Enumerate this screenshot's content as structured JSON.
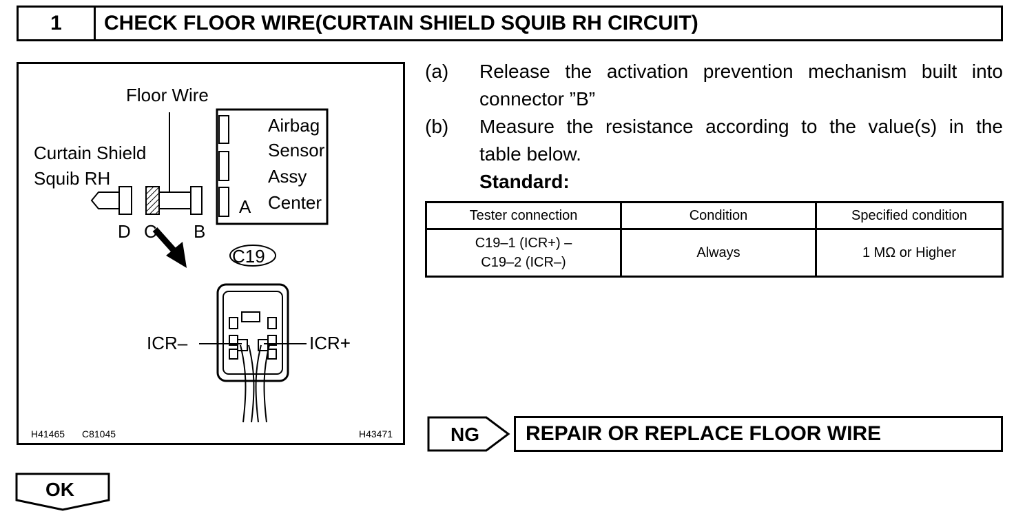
{
  "header": {
    "step_number": "1",
    "title": "CHECK FLOOR WIRE(CURTAIN SHIELD SQUIB RH CIRCUIT)"
  },
  "figure": {
    "floor_wire": "Floor Wire",
    "curtain_shield_1": "Curtain Shield",
    "curtain_shield_2": "Squib RH",
    "airbag_1": "Airbag",
    "airbag_2": "Sensor",
    "airbag_3": "Assy",
    "airbag_4": "Center",
    "conn_a": "A",
    "conn_b": "B",
    "conn_c": "C",
    "conn_d": "D",
    "connector_id": "C19",
    "icr_minus": "ICR–",
    "icr_plus": "ICR+",
    "code_left": "H41465",
    "code_mid": "C81045",
    "code_right": "H43471"
  },
  "steps": [
    {
      "label": "(a)",
      "line1": "Release the activation prevention mechanism built into",
      "line2": "connector ”B”"
    },
    {
      "label": "(b)",
      "line1": "Measure the resistance according to the value(s) in the",
      "line2": "table below."
    }
  ],
  "standard_label": "Standard:",
  "table": {
    "headers": [
      "Tester connection",
      "Condition",
      "Specified condition"
    ],
    "row": {
      "tester_line1": "C19–1 (ICR+) –",
      "tester_line2": "C19–2 (ICR–)",
      "condition": "Always",
      "specified": "1 MΩ or Higher"
    }
  },
  "ng": {
    "label": "NG",
    "action": "REPAIR OR REPLACE FLOOR WIRE"
  },
  "ok": {
    "label": "OK"
  }
}
